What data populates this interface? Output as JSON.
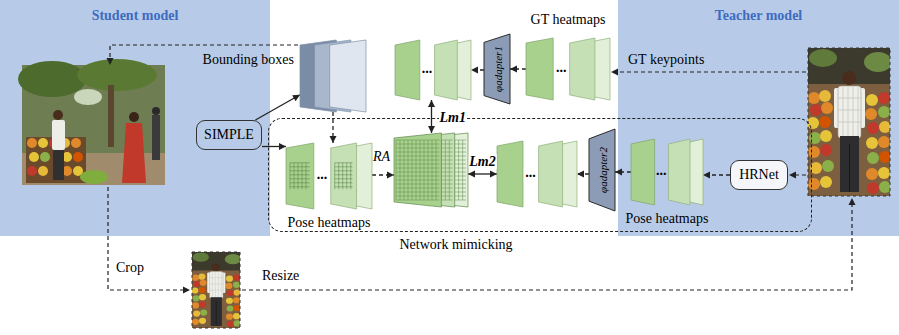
{
  "diagram": {
    "nodes": [
      {
        "text": [
          "Student model"
        ]
      },
      {
        "text": [
          "Teacher model"
        ]
      },
      {
        "text": [
          "Network mimicking"
        ]
      },
      {
        "text": [
          "SIMPLE"
        ],
        "in": 0
      },
      {
        "text": [
          "HRNet"
        ],
        "in": 1
      },
      {
        "text": [
          "Bounding boxes"
        ]
      },
      {
        "text": [
          "...",
          "Pose heatmaps"
        ],
        "in": 2
      },
      {
        "text": [
          "RA"
        ],
        "in": 2
      },
      {
        "text": [
          "..."
        ],
        "in": 2
      },
      {
        "text": [
          "φadapter2"
        ],
        "in": 2
      },
      {
        "text": [
          "...",
          "Pose heatmaps"
        ],
        "in": 2
      },
      {
        "text": [
          "..."
        ]
      },
      {
        "text": [
          "φadapter1"
        ]
      },
      {
        "text": [
          "...",
          "GT heatmaps"
        ]
      }
    ],
    "edges": [
      {
        "from": 3,
        "to": 5,
        "arrow": "to"
      },
      {
        "from": 3,
        "to": 6,
        "arrow": "to"
      },
      {
        "from": 5,
        "to": 6,
        "arrow": "to"
      },
      {
        "from": 6,
        "to": 7,
        "arrow": "to"
      },
      {
        "from": 11,
        "to": 7,
        "label": "Lm1",
        "arrow": "both"
      },
      {
        "from": 7,
        "to": 8,
        "label": "Lm2",
        "arrow": "both"
      },
      {
        "from": 9,
        "to": 8,
        "arrow": "to"
      },
      {
        "from": 10,
        "to": 9,
        "arrow": "to"
      },
      {
        "from": 4,
        "to": 10,
        "arrow": "to"
      },
      {
        "from": 13,
        "to": 12,
        "arrow": "to"
      },
      {
        "from": 12,
        "to": 11,
        "arrow": "to"
      }
    ],
    "labels": [
      "GT keypoints",
      "Crop",
      "Resize"
    ]
  }
}
